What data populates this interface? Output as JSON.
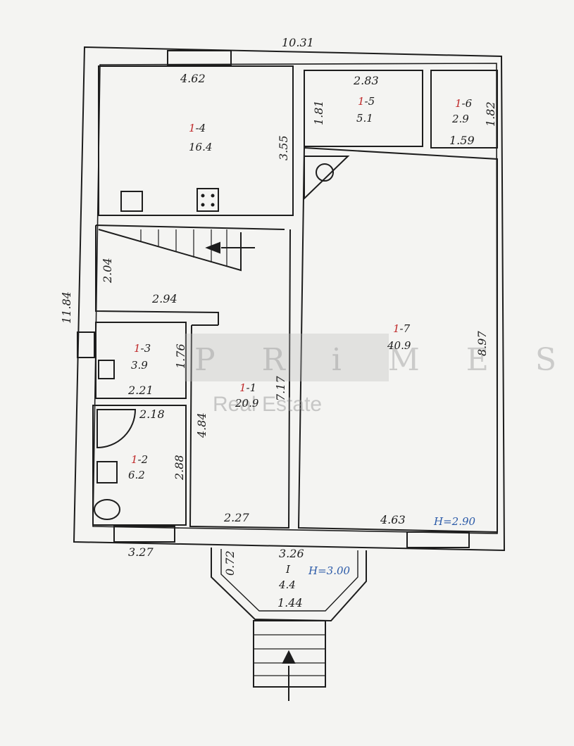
{
  "watermark": {
    "brand": "P R i M E S",
    "subtitle": "Real Estate"
  },
  "dimensions": {
    "total_width": "10.31",
    "total_height": "11.84",
    "kitchen_width": "4.62",
    "kitchen_depth": "3.55",
    "r15_width": "2.83",
    "r15_depth": "1.81",
    "r16_depth": "1.82",
    "r16_width": "1.59",
    "stair_depth": "2.04",
    "stair_width": "2.94",
    "r13_depth": "1.76",
    "r13_width": "2.21",
    "r12_width": "2.18",
    "r12_depth": "2.88",
    "hall_depth": "4.84",
    "hall_height": "7.17",
    "hall_width": "2.27",
    "living_height": "8.97",
    "living_width": "4.63",
    "bottom_left": "3.27",
    "bottom_mid": "3.26",
    "porch_side": "0.72",
    "porch_width": "1.44"
  },
  "rooms": [
    {
      "id": "1-4",
      "prefix": "1",
      "suffix": "-4",
      "area": "16.4"
    },
    {
      "id": "1-5",
      "prefix": "1",
      "suffix": "-5",
      "area": "5.1"
    },
    {
      "id": "1-6",
      "prefix": "1",
      "suffix": "-6",
      "area": "2.9"
    },
    {
      "id": "1-7",
      "prefix": "1",
      "suffix": "-7",
      "area": "40.9"
    },
    {
      "id": "1-3",
      "prefix": "1",
      "suffix": "-3",
      "area": "3.9"
    },
    {
      "id": "1-1",
      "prefix": "1",
      "suffix": "-1",
      "area": "20.9"
    },
    {
      "id": "1-2",
      "prefix": "1",
      "suffix": "-2",
      "area": "6.2"
    },
    {
      "id": "I",
      "prefix": "",
      "suffix": "I",
      "area": "4.4"
    }
  ],
  "heights": {
    "main": "H=2.90",
    "porch": "H=3.00"
  },
  "colors": {
    "wall": "#1d1d1d",
    "prefix_red": "#c0292a",
    "height_blue": "#2b5aa8",
    "paper": "#f4f4f2"
  }
}
